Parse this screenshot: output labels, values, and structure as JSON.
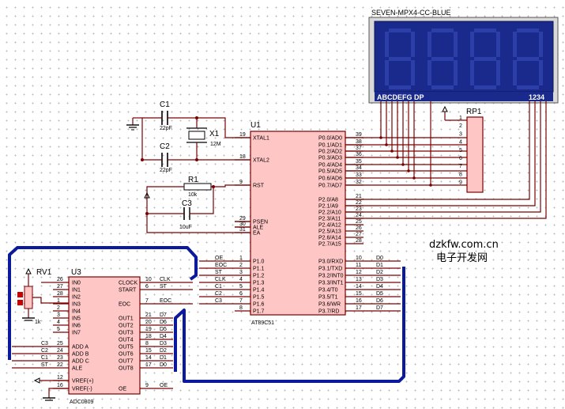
{
  "display": {
    "title": "SEVEN-MPX4-CC-BLUE",
    "seg_labels": "ABCDEFG  DP",
    "digit_labels": "1234"
  },
  "rp1": {
    "ref": "RP1",
    "pins": [
      "1",
      "2",
      "3",
      "4",
      "5",
      "6",
      "7",
      "8",
      "9"
    ]
  },
  "c1": {
    "ref": "C1",
    "value": "22pF"
  },
  "c2": {
    "ref": "C2",
    "value": "22pF"
  },
  "x1": {
    "ref": "X1",
    "value": "12M"
  },
  "r1": {
    "ref": "R1",
    "value": "10k"
  },
  "c3": {
    "ref": "C3",
    "value": "10uF"
  },
  "rv1": {
    "ref": "RV1",
    "value": "1k"
  },
  "u1": {
    "ref": "U1",
    "part": "AT89C51",
    "left": [
      {
        "n": "19",
        "l": "XTAL1"
      },
      {
        "n": "18",
        "l": "XTAL2"
      },
      {
        "n": "9",
        "l": "RST"
      },
      {
        "n": "29",
        "l": "PSEN"
      },
      {
        "n": "30",
        "l": "ALE"
      },
      {
        "n": "31",
        "l": "EA"
      },
      {
        "n": "1",
        "l": "P1.0"
      },
      {
        "n": "2",
        "l": "P1.1"
      },
      {
        "n": "3",
        "l": "P1.2"
      },
      {
        "n": "4",
        "l": "P1.3"
      },
      {
        "n": "5",
        "l": "P1.4"
      },
      {
        "n": "6",
        "l": "P1.5"
      },
      {
        "n": "7",
        "l": "P1.6"
      },
      {
        "n": "8",
        "l": "P1.7"
      }
    ],
    "right": [
      {
        "n": "39",
        "l": "P0.0/AD0"
      },
      {
        "n": "38",
        "l": "P0.1/AD1"
      },
      {
        "n": "37",
        "l": "P0.2/AD2"
      },
      {
        "n": "36",
        "l": "P0.3/AD3"
      },
      {
        "n": "35",
        "l": "P0.4/AD4"
      },
      {
        "n": "34",
        "l": "P0.5/AD5"
      },
      {
        "n": "33",
        "l": "P0.6/AD6"
      },
      {
        "n": "32",
        "l": "P0.7/AD7"
      },
      {
        "n": "21",
        "l": "P2.0/A8"
      },
      {
        "n": "22",
        "l": "P2.1/A9"
      },
      {
        "n": "23",
        "l": "P2.2/A10"
      },
      {
        "n": "24",
        "l": "P2.3/A11"
      },
      {
        "n": "25",
        "l": "P2.4/A12"
      },
      {
        "n": "26",
        "l": "P2.5/A13"
      },
      {
        "n": "27",
        "l": "P2.6/A14"
      },
      {
        "n": "28",
        "l": "P2.7/A15"
      },
      {
        "n": "10",
        "l": "P3.0/RXD"
      },
      {
        "n": "11",
        "l": "P3.1/TXD"
      },
      {
        "n": "12",
        "l": "P3.2/INT0"
      },
      {
        "n": "13",
        "l": "P3.3/INT1"
      },
      {
        "n": "14",
        "l": "P3.4/T0"
      },
      {
        "n": "15",
        "l": "P3.5/T1"
      },
      {
        "n": "16",
        "l": "P3.6/WR"
      },
      {
        "n": "17",
        "l": "P3.7/RD"
      }
    ],
    "p1_nets": [
      "OE",
      "EOC",
      "ST",
      "CLK",
      "C1",
      "C2",
      "C3",
      ""
    ],
    "p3_nets": [
      "D0",
      "D1",
      "D2",
      "D3",
      "D4",
      "D5",
      "D6",
      "D7"
    ]
  },
  "u3": {
    "ref": "U3",
    "part": "ADC0809",
    "left": [
      {
        "n": "26",
        "l": "IN0"
      },
      {
        "n": "27",
        "l": "IN1"
      },
      {
        "n": "28",
        "l": "IN2"
      },
      {
        "n": "1",
        "l": "IN3"
      },
      {
        "n": "2",
        "l": "IN4"
      },
      {
        "n": "3",
        "l": "IN5"
      },
      {
        "n": "4",
        "l": "IN6"
      },
      {
        "n": "5",
        "l": "IN7"
      },
      {
        "n": "25",
        "l": "ADD A"
      },
      {
        "n": "24",
        "l": "ADD B"
      },
      {
        "n": "23",
        "l": "ADD C"
      },
      {
        "n": "22",
        "l": "ALE"
      },
      {
        "n": "12",
        "l": "VREF(+)"
      },
      {
        "n": "16",
        "l": "VREF(-)"
      }
    ],
    "right": [
      {
        "n": "10",
        "l": "CLOCK"
      },
      {
        "n": "6",
        "l": "START"
      },
      {
        "n": "7",
        "l": "EOC"
      },
      {
        "n": "21",
        "l": "OUT1"
      },
      {
        "n": "20",
        "l": "OUT2"
      },
      {
        "n": "19",
        "l": "OUT3"
      },
      {
        "n": "18",
        "l": "OUT4"
      },
      {
        "n": "8",
        "l": "OUT5"
      },
      {
        "n": "15",
        "l": "OUT6"
      },
      {
        "n": "14",
        "l": "OUT7"
      },
      {
        "n": "17",
        "l": "OUT8"
      },
      {
        "n": "9",
        "l": "OE"
      }
    ],
    "right_nets": [
      "CLK",
      "ST",
      "EOC",
      "D7",
      "D6",
      "D5",
      "D4",
      "D3",
      "D2",
      "D1",
      "D0",
      "OE"
    ],
    "left_nets": [
      "C3",
      "C2",
      "C1",
      "ST"
    ]
  },
  "watermark": {
    "url": "dzkfw.com.cn",
    "name": "电子开发网"
  }
}
